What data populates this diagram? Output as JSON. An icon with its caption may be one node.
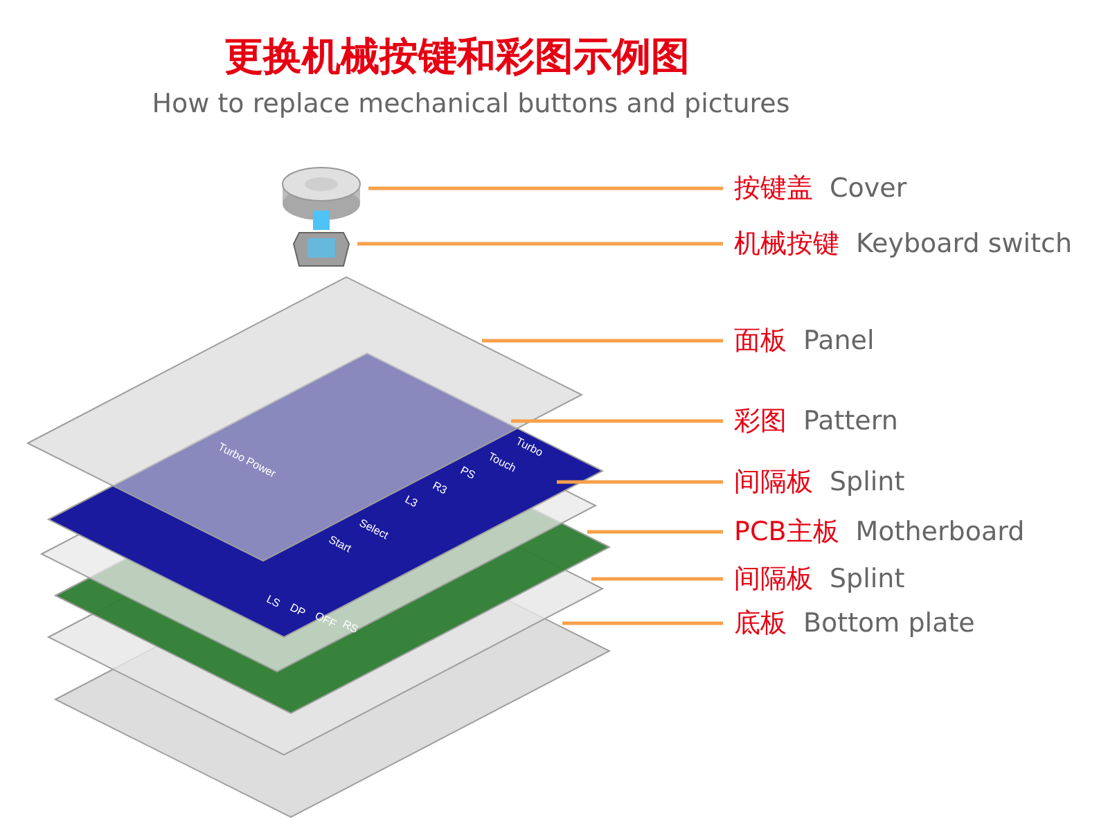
{
  "diagram": {
    "title": "更换机械按键和彩图示例图",
    "nodes": [
      {
        "text": [
          "按键盖",
          "Cover"
        ]
      },
      {
        "text": [
          "机械按键",
          "Keyboard switch"
        ]
      },
      {
        "text": [
          "面板",
          "Panel"
        ]
      },
      {
        "text": [
          "彩图",
          "Pattern"
        ]
      },
      {
        "text": [
          "间隔板",
          "Splint"
        ]
      },
      {
        "text": [
          "PCB主板",
          "Motherboard"
        ]
      },
      {
        "text": [
          "间隔板",
          "Splint"
        ]
      },
      {
        "text": [
          "底板",
          "Bottom plate"
        ]
      },
      {
        "text": [],
        "shape": "circle"
      },
      {
        "text": [],
        "shape": "box"
      },
      {
        "text": [],
        "shape": "box"
      },
      {
        "text": [],
        "shape": "box"
      },
      {
        "text": [],
        "shape": "box"
      },
      {
        "text": [],
        "shape": "box"
      },
      {
        "text": [],
        "shape": "box"
      },
      {
        "text": [],
        "shape": "box"
      }
    ],
    "edges": [
      {
        "from": 0,
        "to": 8,
        "arrow": "none"
      },
      {
        "from": 1,
        "to": 9,
        "arrow": "none"
      },
      {
        "from": 2,
        "to": 10,
        "arrow": "none"
      },
      {
        "from": 3,
        "to": 11,
        "arrow": "none"
      },
      {
        "from": 4,
        "to": 12,
        "arrow": "none"
      },
      {
        "from": 5,
        "to": 13,
        "arrow": "none"
      },
      {
        "from": 6,
        "to": 14,
        "arrow": "none"
      },
      {
        "from": 7,
        "to": 15,
        "arrow": "none"
      }
    ],
    "labels": [
      "How to replace mechanical buttons and pictures",
      "Start",
      "Select",
      "L3",
      "R3",
      "PS",
      "Touch",
      "Turbo",
      "Turbo Power",
      "LS",
      "DP",
      "OFF",
      "RS"
    ]
  }
}
